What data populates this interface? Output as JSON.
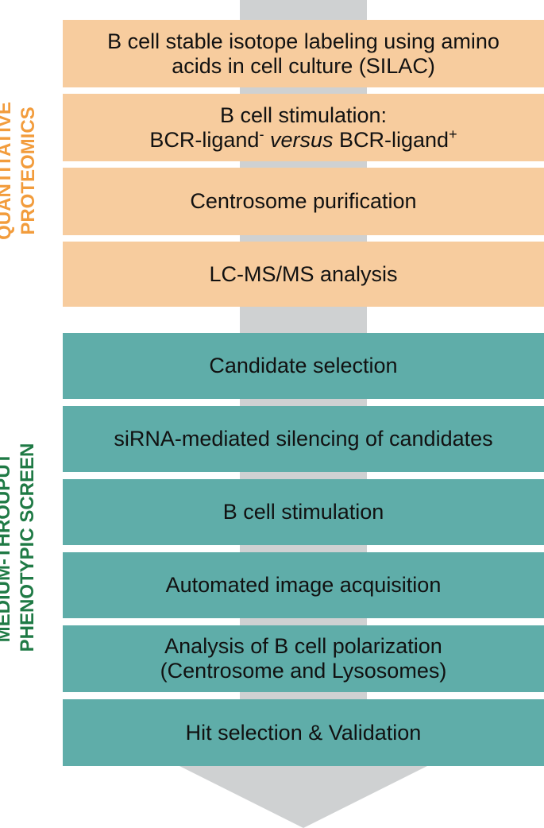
{
  "colors": {
    "proteomics_box": "#f7cc9e",
    "proteomics_label": "#f29c3c",
    "screen_box": "#5fada9",
    "screen_label": "#1f7a45",
    "arrow": "#cfd1d2"
  },
  "sections": {
    "proteomics": {
      "label_line1": "QUANTITATIVE",
      "label_line2": "PROTEOMICS",
      "steps": [
        {
          "line1": "B cell stable isotope labeling using amino",
          "line2": "acids in cell culture (SILAC)"
        },
        {
          "line1": "B cell stimulation:",
          "line2_a": "BCR-ligand",
          "line2_sup_a": "-",
          "line2_b": "versus",
          "line2_c": "BCR-ligand",
          "line2_sup_c": "+"
        },
        {
          "text": "Centrosome purification"
        },
        {
          "text": "LC-MS/MS analysis"
        }
      ]
    },
    "screen": {
      "label_line1": "MEDIUM-THROUPUT",
      "label_line2": "PHENOTYPIC SCREEN",
      "steps": [
        {
          "text": "Candidate selection"
        },
        {
          "text": "siRNA-mediated silencing of candidates"
        },
        {
          "text": "B cell stimulation"
        },
        {
          "text": "Automated image acquisition"
        },
        {
          "line1": "Analysis of B cell polarization",
          "line2": "(Centrosome and Lysosomes)"
        },
        {
          "text": "Hit selection & Validation"
        }
      ]
    }
  }
}
